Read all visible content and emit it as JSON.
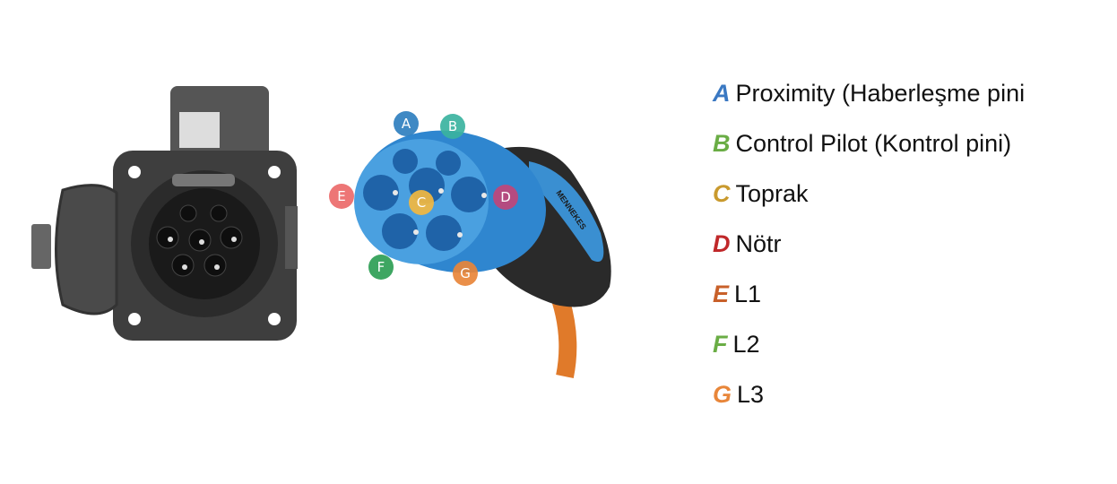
{
  "plug_brand": "MENNEKES",
  "badges": [
    {
      "letter": "A",
      "color": "#2f7fbf"
    },
    {
      "letter": "B",
      "color": "#3bb3a0"
    },
    {
      "letter": "C",
      "color": "#f2b740"
    },
    {
      "letter": "D",
      "color": "#c0467a"
    },
    {
      "letter": "E",
      "color": "#ec6a6a"
    },
    {
      "letter": "F",
      "color": "#2e9e55"
    },
    {
      "letter": "G",
      "color": "#e8863a"
    }
  ],
  "legend": [
    {
      "key": "A",
      "label": "Proximity (Haberleşme pini",
      "color": "#3a78c2"
    },
    {
      "key": "B",
      "label": "Control Pilot (Kontrol pini)",
      "color": "#6aad45"
    },
    {
      "key": "C",
      "label": "Toprak",
      "color": "#c99a2e"
    },
    {
      "key": "D",
      "label": "Nötr",
      "color": "#c0282a"
    },
    {
      "key": "E",
      "label": "L1",
      "color": "#c8602a"
    },
    {
      "key": "F",
      "label": "L2",
      "color": "#6aad45"
    },
    {
      "key": "G",
      "label": "L3",
      "color": "#e8863a"
    }
  ]
}
